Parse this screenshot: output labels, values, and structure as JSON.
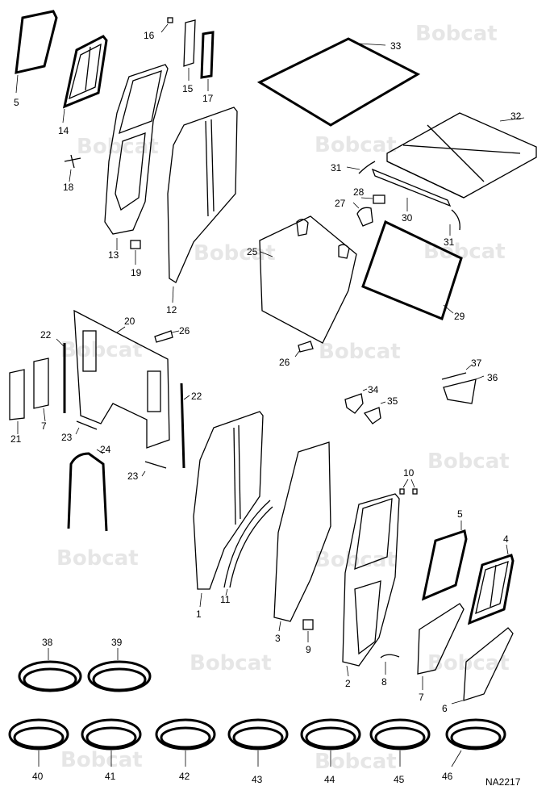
{
  "watermark": "Bobcat",
  "reference_code": "NA2217",
  "callouts": [
    "1",
    "2",
    "3",
    "4",
    "5",
    "6",
    "7",
    "8",
    "9",
    "10",
    "11",
    "12",
    "13",
    "14",
    "15",
    "16",
    "17",
    "18",
    "19",
    "20",
    "21",
    "22",
    "23",
    "24",
    "25",
    "26",
    "27",
    "28",
    "29",
    "30",
    "31",
    "32",
    "33",
    "34",
    "35",
    "36",
    "37",
    "38",
    "39",
    "40",
    "41",
    "42",
    "43",
    "44",
    "45",
    "46"
  ]
}
